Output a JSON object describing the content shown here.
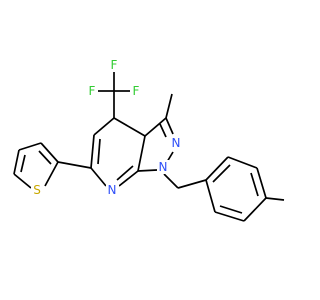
{
  "molecule": {
    "atoms": [
      {
        "id": "F_top",
        "symbol": "F",
        "color": "#33cc33"
      },
      {
        "id": "F_left",
        "symbol": "F",
        "color": "#33cc33"
      },
      {
        "id": "F_right",
        "symbol": "F",
        "color": "#33cc33"
      },
      {
        "id": "N_pyrazole2",
        "symbol": "N",
        "color": "#3050f8"
      },
      {
        "id": "N_pyrazole1",
        "symbol": "N",
        "color": "#3050f8"
      },
      {
        "id": "N_pyridine",
        "symbol": "N",
        "color": "#3050f8"
      },
      {
        "id": "S_thiophene",
        "symbol": "S",
        "color": "#c8a800"
      }
    ]
  }
}
